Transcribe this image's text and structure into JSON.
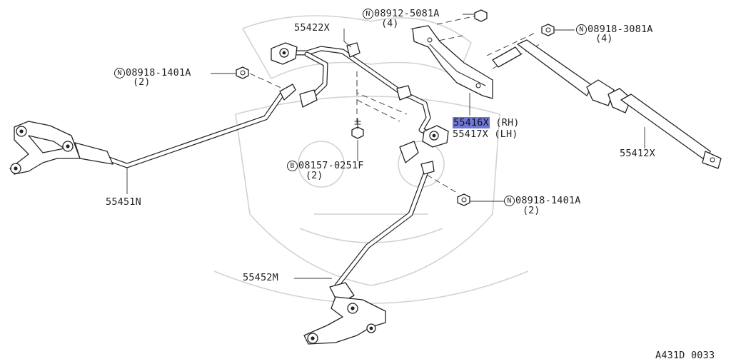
{
  "diagram_code": "A431D 0033",
  "highlight_color": "#6f78d8",
  "callouts": {
    "n_08912_5081A": {
      "prefix": "N",
      "part": "08912-5081A",
      "qty": "(4)"
    },
    "n_08918_3081A": {
      "prefix": "N",
      "part": "08918-3081A",
      "qty": "(4)"
    },
    "n_08918_1401A_left": {
      "prefix": "N",
      "part": "08918-1401A",
      "qty": "(2)"
    },
    "n_08918_1401A_right": {
      "prefix": "N",
      "part": "08918-1401A",
      "qty": "(2)"
    },
    "b_08157_0251F": {
      "prefix": "B",
      "part": "08157-0251F",
      "qty": "(2)"
    },
    "p55422x": "55422X",
    "p55416x": "55416X",
    "p55416x_side": "(RH)",
    "p55417x": "55417X (LH)",
    "p55412x": "55412X",
    "p55451n": "55451N",
    "p55452m": "55452M"
  }
}
